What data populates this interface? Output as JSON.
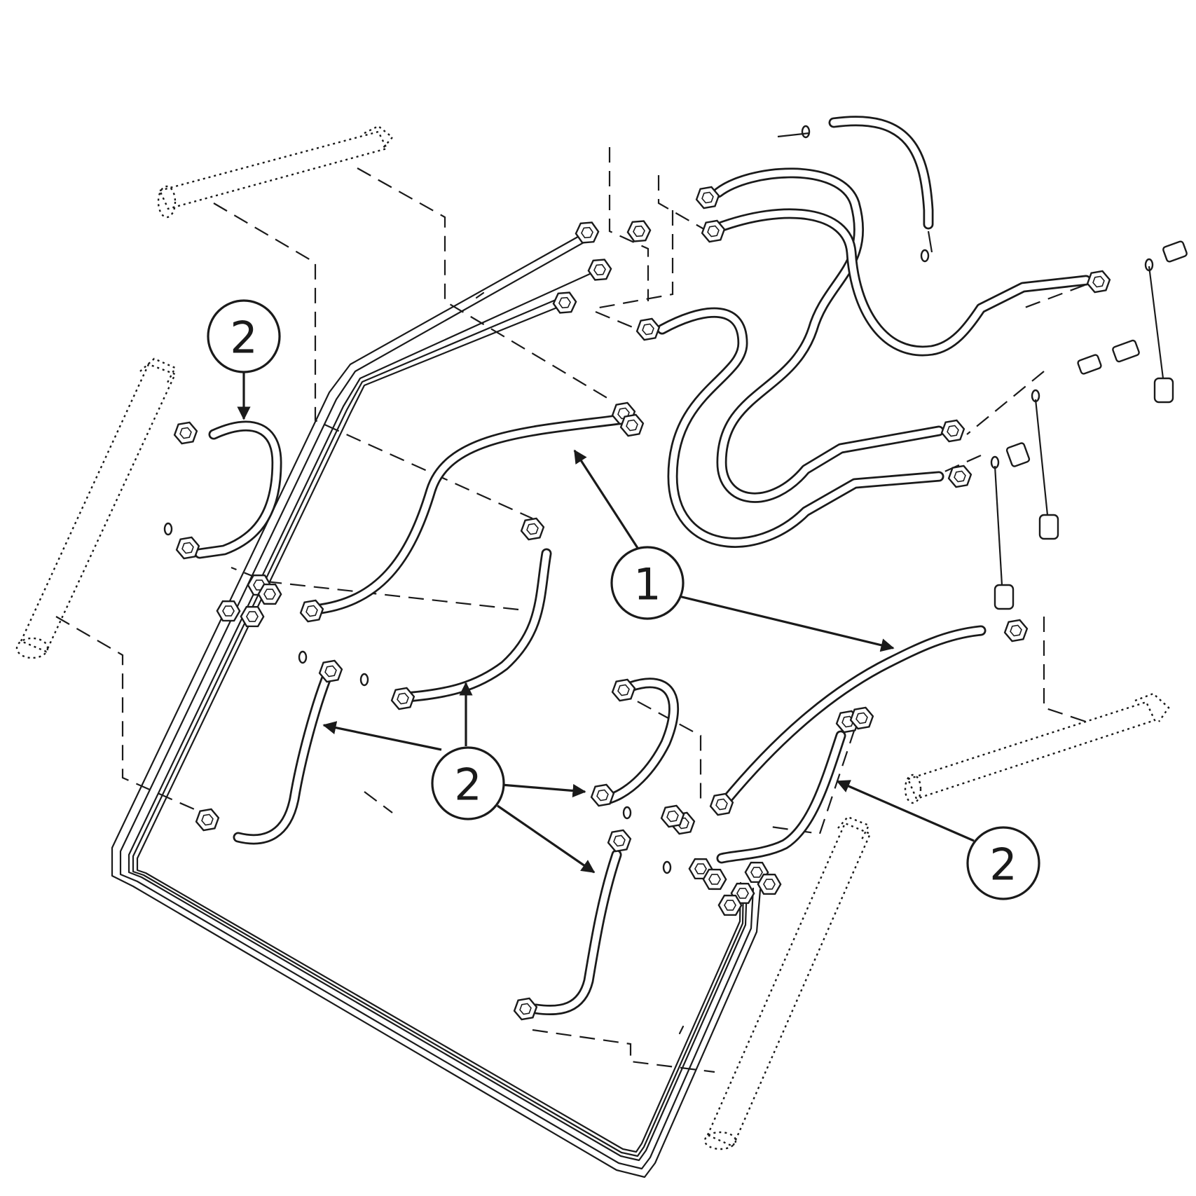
{
  "callouts": {
    "c1": "1",
    "c2_upper_left": "2",
    "c2_center": "2",
    "c2_right": "2"
  },
  "colors": {
    "line": "#1a1a1a",
    "background": "#ffffff"
  }
}
